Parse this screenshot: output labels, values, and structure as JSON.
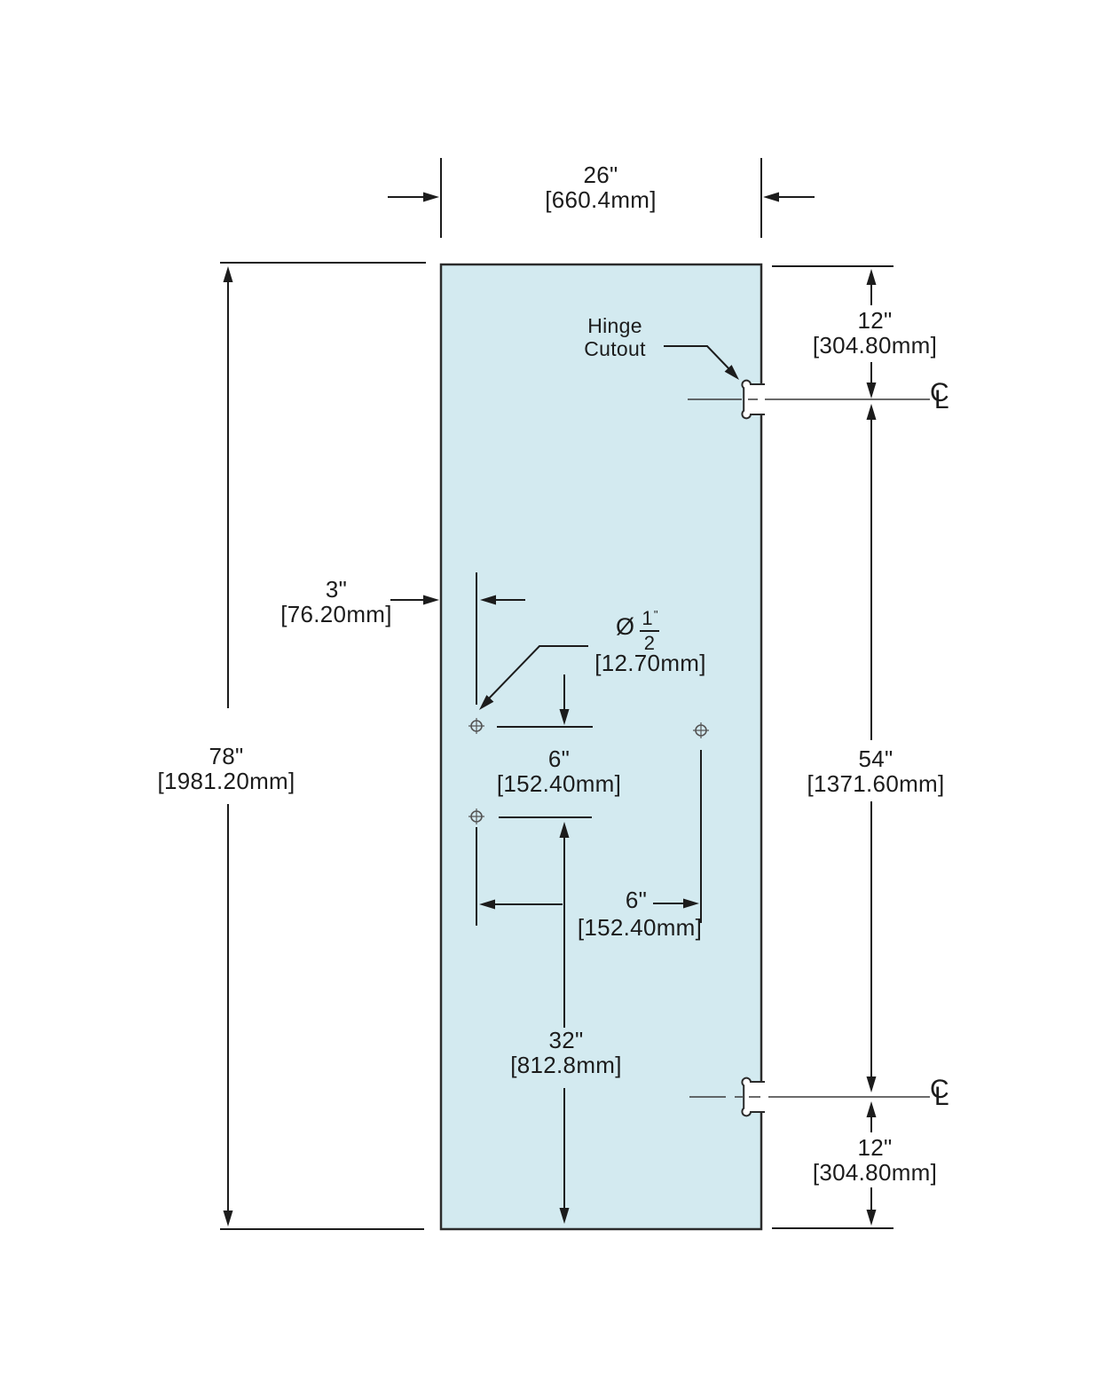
{
  "colors": {
    "glass_fill": "#d3eaf0",
    "line": "#1c1c1c",
    "centerline": "#3a3a3a",
    "hole_symbol": "#555555"
  },
  "labels": {
    "hinge_cutout_line1": "Hinge",
    "hinge_cutout_line2": "Cutout",
    "centerline_c": "C",
    "centerline_l": "L"
  },
  "dimensions": {
    "door_width": {
      "in": "26\"",
      "mm": "[660.4mm]"
    },
    "door_height": {
      "in": "78\"",
      "mm": "[1981.20mm]"
    },
    "top_hinge_from_top": {
      "in": "12\"",
      "mm": "[304.80mm]"
    },
    "hinge_to_hinge": {
      "in": "54\"",
      "mm": "[1371.60mm]"
    },
    "bottom_hinge_from_bottom": {
      "in": "12\"",
      "mm": "[304.80mm]"
    },
    "holes_from_edge": {
      "in": "3\"",
      "mm": "[76.20mm]"
    },
    "hole_diameter": {
      "symbol": "Ø",
      "numerator": "1",
      "denominator": "2",
      "unit": "\"",
      "mm": "[12.70mm]"
    },
    "hole_vertical_spacing": {
      "in": "6\"",
      "mm": "[152.40mm]"
    },
    "hole_horizontal_spacing": {
      "in": "6\"",
      "mm": "[152.40mm]"
    },
    "holes_from_bottom": {
      "in": "32\"",
      "mm": "[812.8mm]"
    }
  }
}
